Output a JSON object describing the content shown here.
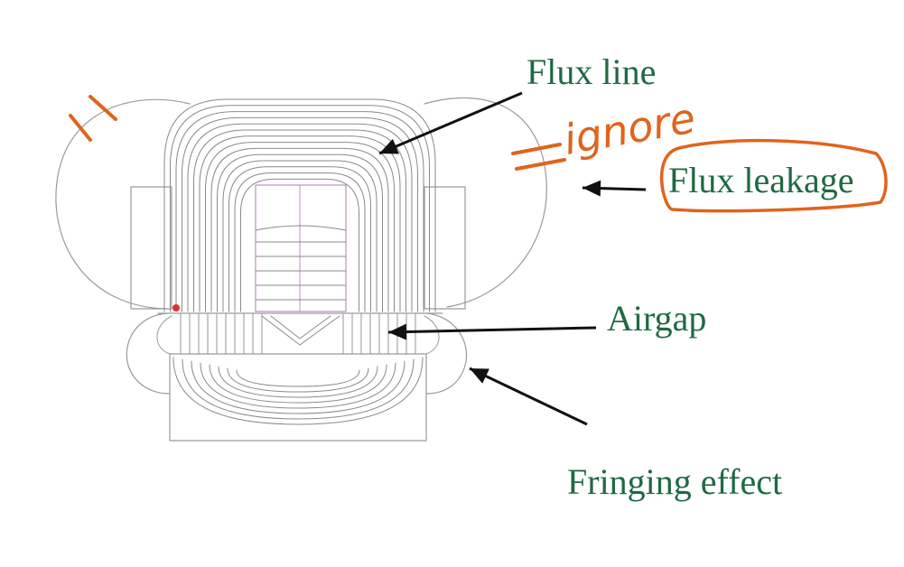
{
  "labels": {
    "flux_line": "Flux line",
    "flux_leakage": "Flux leakage",
    "airgap": "Airgap",
    "fringing_effect": "Fringing effect"
  },
  "annotations": {
    "ignore_note": "ignore"
  },
  "colors": {
    "label_text": "#1f6a43",
    "field_lines": "#8a8a8a",
    "core_outline": "#9a9a9a",
    "slot_lines": "#c08fc0",
    "arrows": "#111111",
    "handwriting": "#e0641c",
    "marker_dot": "#e03030"
  }
}
